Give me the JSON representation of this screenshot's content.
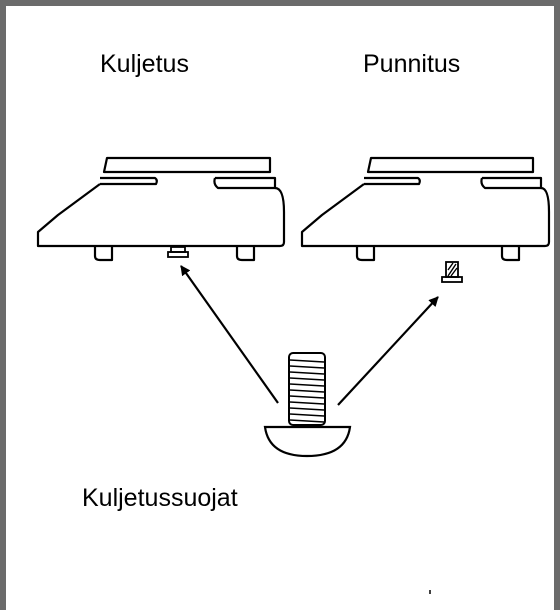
{
  "labels": {
    "transport": "Kuljetus",
    "weighing": "Punnitus",
    "transport_lock": "Kuljetussuojat"
  }
}
